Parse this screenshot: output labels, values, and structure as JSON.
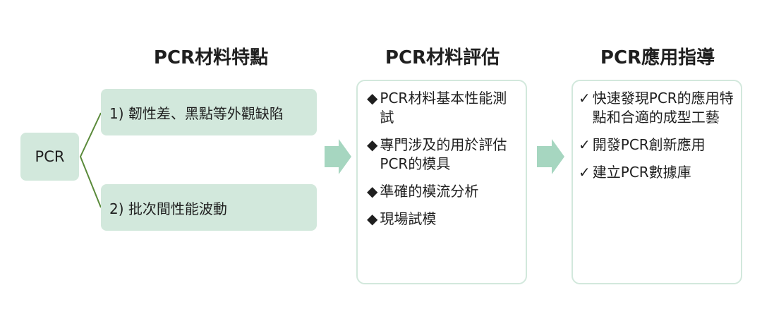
{
  "headings": {
    "features": "PCR材料特點",
    "evaluation": "PCR材料評估",
    "guidance": "PCR應用指導"
  },
  "root": {
    "label": "PCR"
  },
  "features": [
    {
      "label": "1) 韌性差、黑點等外觀缺陷"
    },
    {
      "label": "2) 批次間性能波動"
    }
  ],
  "evaluation": {
    "marker": "◆",
    "items": [
      {
        "text": "PCR材料基本性能測試"
      },
      {
        "text": "專門涉及的用於評估PCR的模具"
      },
      {
        "text": "準確的模流分析"
      },
      {
        "text": "現場試模"
      }
    ]
  },
  "guidance": {
    "marker": "✓",
    "items": [
      {
        "text": "快速發現PCR的應用特點和合適的成型工藝"
      },
      {
        "text": "開發PCR創新應用"
      },
      {
        "text": "建立PCR數據庫"
      }
    ]
  },
  "colors": {
    "box_fill": "#d2e8dc",
    "connector": "#5a8a3a",
    "arrow": "#a6d6c0"
  }
}
